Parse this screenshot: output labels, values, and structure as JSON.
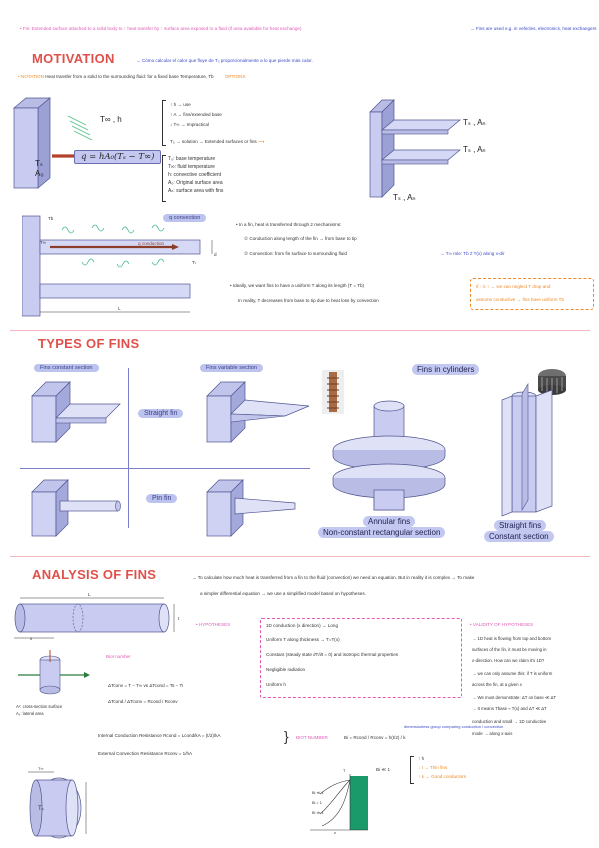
{
  "intro": {
    "definition": "• Fin: Extended surface attached to a solid body to ↑ heat transfer by ↑ surface area exposed to a fluid (if area available for heat exchange)",
    "note": "→ Fins are used e.g. in vehicles, electronics, heat exchangers"
  },
  "motivation": {
    "title": "MOTIVATION",
    "question": "→ Cómo calcular el calor que fluye de T₀ proporcionalmente a lo que pierde  más calor.",
    "base_bullet_label": "• NOTATION",
    "base_bullet": "Heat transfer from a solid to the surrounding fluid: for a fixed base Temperature, Tb",
    "options": "OPTIONS",
    "options_list": [
      "↑ h → use",
      "↑ A → fins/extended base",
      "↓ T∞ → Impractical"
    ],
    "solution": "T₀ → solution → Extended surfaces or fins",
    "equation": "q = hA₀(Tₛ − T∞)",
    "legend": [
      "T₀: base temperature",
      "T∞: fluid temperature",
      "h: convective coefficient",
      "A₀: Original surface area",
      "Aₙ: surface area with fins"
    ],
    "plate_labels": {
      "temp": "Tₛ",
      "area": "A₀",
      "fluid": "T∞ , h"
    },
    "fins_labels": [
      "Tₛ , Aₙ",
      "Tₛ , Aₙ",
      "Tₛ , Aₙ"
    ],
    "fin_diagram": {
      "convection": "q convection",
      "conduction": "q conduction",
      "labels": [
        "Tb",
        "T∞",
        "Tₜ",
        "L",
        "d"
      ]
    },
    "mechanisms_intro": "• In a fin, heat is transferred through  2 mechanisms:",
    "mechanisms": [
      "① Conduction along length of the fin → from base to tip",
      "② Convection: from fin surface to surrounding fluid"
    ],
    "mechanism_note": "→ T∞ role: Tb ≠ T(x) along x-dir",
    "ideal": "• Ideally, we want  fins to have a uniform T along its length (T = Tb)",
    "reality": "In reality, T decreases from base to tip due to heat loss by convection",
    "box_lines": [
      "If ↑ k ↑ → we can neglect T drop and",
      "assume conductive → fins have uniform Tb"
    ]
  },
  "types": {
    "title": "TYPES OF FINS",
    "col1": "Fins constant section",
    "col2": "Fins variable section",
    "col3": "Fins in cylinders",
    "straight": "Straight fin",
    "pin": "Pin fin",
    "annular": "Annular fins",
    "annular_sub": "Non-constant rectangular section",
    "straight2": "Straight fins",
    "straight2_sub": "Constant section"
  },
  "analysis": {
    "title": "ANALYSIS OF FINS",
    "intro1": "→ To calculate  how much  heat is transferred  from a fin to the fluid (convection) we need an equation.  But in reality it is complex → To make",
    "intro2": "a  simpler  differential equation  → we use a simplified  model based  on hypotheses.",
    "hyp_label": "• HYPOTHESES",
    "hypotheses": [
      "1D conduction (x direction) → Long",
      "Uniform  T  along  thickness → T=T(x)",
      "Constant (steady state  ∂T/∂t = 0) and  isotropic thermal  properties",
      "Negligible  radiation",
      "Uniform  h"
    ],
    "validity_label": "• VALIDITY OF HYPOTHESES",
    "validity": [
      "→ 1D heat is flowing from top and bottom",
      "surfaces of the fin, it must be moving in",
      "x-direction. How can we claim it's 1D?",
      "→ we can only assume this: if T is uniform",
      "across the fin, at a given x",
      "→ We must demonstrate: ΔT on base ≪ ΔT",
      "→ It means Tbase ≈ T(x) and  ΔT ≪ ΔT",
      "conduction  and  small  → 1D conductive",
      "mode  → along  x-axis"
    ],
    "small_labels": [
      "L",
      "t",
      "x"
    ],
    "cross_labels": [
      "Aᶜ: cross-section surface",
      "Aₛ: lateral area"
    ],
    "biot_hint": "Biot number",
    "equations": [
      "ΔTconv = T − T∞  vs  ΔTcond = Ts − Ti",
      "ΔTcond / ΔTconv  =  Rcond / Rconv"
    ],
    "resistances": [
      "Internal Conduction Resistance   Rcond = Lcond/kA = (t/2)/kA",
      "External Convection Resistance   Rconv = 1/hA"
    ],
    "biot_label": "BIOT NUMBER",
    "biot_eq": "Bi = Rcond / Rconv = h(t/2) / k",
    "biot_sub": "Bi ≪ 1",
    "biot_list": [
      "↑ h",
      "↓ t  → Thin fins",
      "↑ k  → Good conductors"
    ],
    "biot_note": "dimensionless group  comparing conduction / convection",
    "graph_labels": [
      "T",
      "Bi ≪ 1",
      "Bi = 1",
      "Bi ≫ 1",
      "x"
    ],
    "cyl_labels": [
      "Tₛ",
      "T∞"
    ]
  }
}
